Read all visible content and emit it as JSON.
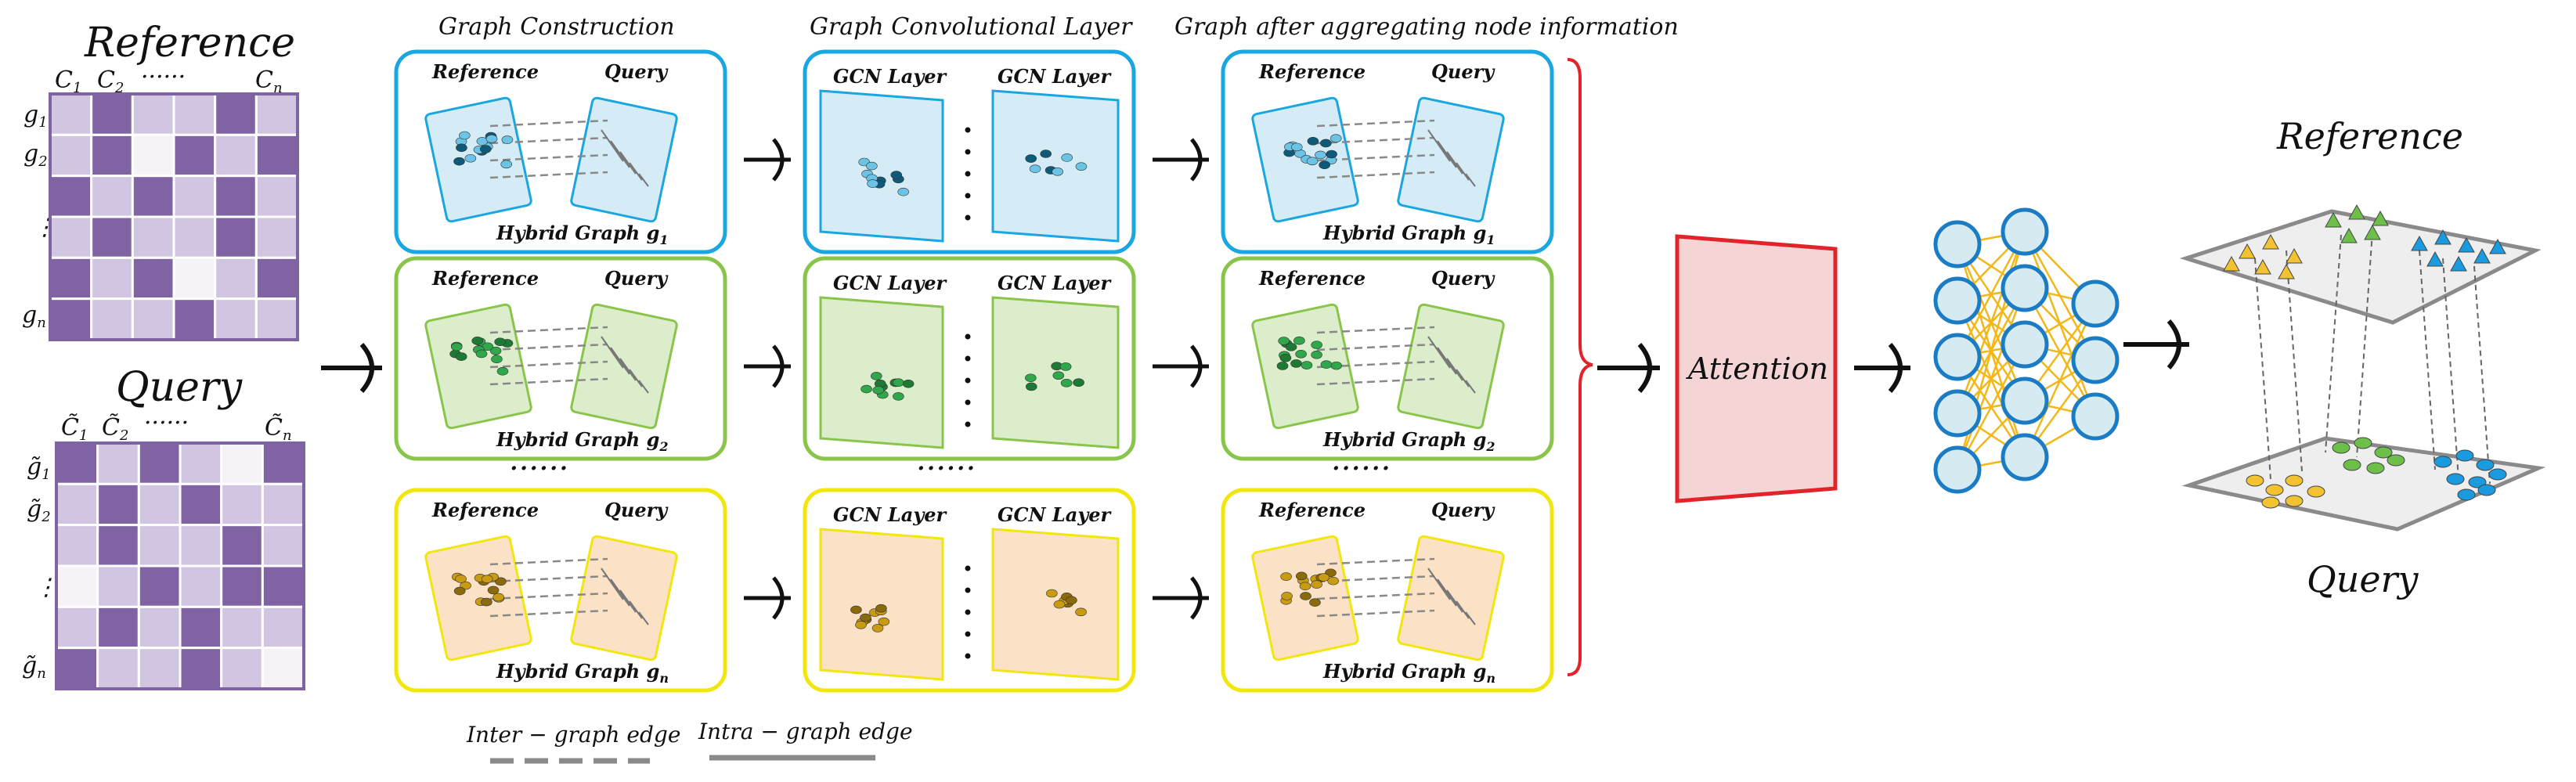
{
  "headers": {
    "construction": "Graph Construction",
    "gcn": "Graph Convolutional Layer",
    "after": "Graph after aggregating node information"
  },
  "matrix": {
    "reference_title": "Reference",
    "query_title": "Query",
    "ref_col_first": "C",
    "ref_col_first_sub": "1",
    "ref_col_second": "C",
    "ref_col_second_sub": "2",
    "ref_col_last": "C",
    "ref_col_last_sub": "n",
    "ref_row_first": "g",
    "ref_row_first_sub": "1",
    "ref_row_second": "g",
    "ref_row_second_sub": "2",
    "ref_row_last": "g",
    "ref_row_last_sub": "n",
    "q_col_first": "C̃",
    "q_col_first_sub": "1",
    "q_col_second": "C̃",
    "q_col_second_sub": "2",
    "q_col_last": "C̃",
    "q_col_last_sub": "n",
    "q_row_first": "g̃",
    "q_row_first_sub": "1",
    "q_row_second": "g̃",
    "q_row_second_sub": "2",
    "q_row_last": "g̃",
    "q_row_last_sub": "n",
    "dots": "······",
    "color_dark": "#7f63a3",
    "color_light": "#d2c5e2",
    "color_white": "#f5f2f8"
  },
  "graph_rows": [
    {
      "id": "blue",
      "frame_color": "#1aa6e0",
      "fill": "#d5ecf6",
      "node": "#6bc3e6",
      "node_dark": "#0d5b78",
      "ref_label": "Reference",
      "query_label": "Query",
      "gcn_label_1": "GCN Layer",
      "gcn_label_2": "GCN Layer",
      "hybrid_label": "Hybrid Graph g",
      "hybrid_sub": "1"
    },
    {
      "id": "green",
      "frame_color": "#8ac54b",
      "fill": "#dcedcc",
      "node": "#2ea84a",
      "node_dark": "#1d7a35",
      "ref_label": "Reference",
      "query_label": "Query",
      "gcn_label_1": "GCN Layer",
      "gcn_label_2": "GCN Layer",
      "hybrid_label": "Hybrid Graph g",
      "hybrid_sub": "2"
    },
    {
      "id": "yellow",
      "frame_color": "#f2e60f",
      "fill": "#fbe1c5",
      "node": "#c89b12",
      "node_dark": "#8a6a0a",
      "ref_label": "Reference",
      "query_label": "Query",
      "gcn_label_1": "GCN Layer",
      "gcn_label_2": "GCN Layer",
      "hybrid_label": "Hybrid Graph g",
      "hybrid_sub": "n"
    }
  ],
  "ellipsis": "······",
  "vertical_dots": "⋮",
  "attention_label": "Attention",
  "output": {
    "reference_label": "Reference",
    "query_label": "Query"
  },
  "legend": {
    "inter_label": "Inter − graph edge",
    "intra_label": "Intra − graph edge"
  },
  "colors": {
    "brace": "#e3232a",
    "attention_fill": "#f4d4d4",
    "attention_border": "#e3232a",
    "nn_node": "#1a7cc4",
    "nn_fill": "#d6eaf2",
    "nn_edge": "#f2b81a"
  }
}
